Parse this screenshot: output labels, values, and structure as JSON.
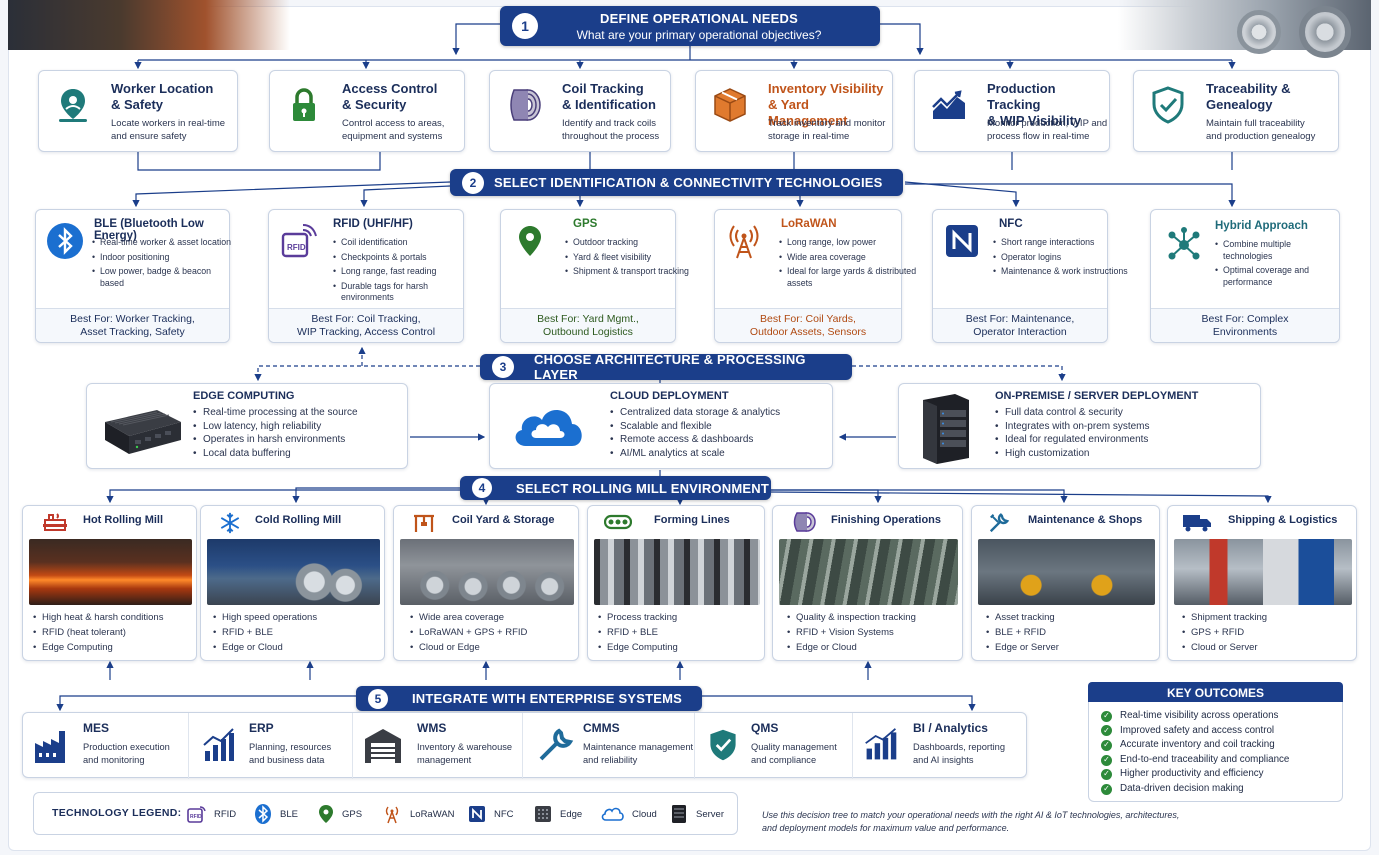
{
  "colors": {
    "navy": "#1b3e8a",
    "orange": "#c0541a",
    "green": "#2d8a3a",
    "teal": "#1f7a7a"
  },
  "steps": {
    "s1": {
      "num": "1",
      "title": "DEFINE OPERATIONAL NEEDS",
      "subtitle": "What are your primary operational objectives?"
    },
    "s2": {
      "num": "2",
      "title": "SELECT IDENTIFICATION & CONNECTIVITY TECHNOLOGIES"
    },
    "s3": {
      "num": "3",
      "title": "CHOOSE ARCHITECTURE & PROCESSING LAYER"
    },
    "s4": {
      "num": "4",
      "title": "SELECT ROLLING MILL ENVIRONMENT"
    },
    "s5": {
      "num": "5",
      "title": "INTEGRATE WITH ENTERPRISE SYSTEMS"
    }
  },
  "needs": [
    {
      "title": "Worker Location\n& Safety",
      "desc": "Locate workers in real-time\nand ensure safety",
      "icon": "location-pin-icon"
    },
    {
      "title": "Access Control\n& Security",
      "desc": "Control access to areas,\nequipment and systems",
      "icon": "lock-icon"
    },
    {
      "title": "Coil Tracking\n& Identification",
      "desc": "Identify and track coils\nthroughout the process",
      "icon": "coil-icon"
    },
    {
      "title": "Inventory Visibility\n& Yard Management",
      "desc": "Track inventory and monitor\nstorage in real-time",
      "icon": "box-icon"
    },
    {
      "title": "Production Tracking\n& WIP Visibility",
      "desc": "Monitor production, WIP and\nprocess flow in real-time",
      "icon": "chart-icon"
    },
    {
      "title": "Traceability &\nGenealogy",
      "desc": "Maintain full traceability\nand production genealogy",
      "icon": "shield-check-icon"
    }
  ],
  "techs": [
    {
      "title": "BLE (Bluetooth Low Energy)",
      "items": [
        "Real-time worker & asset location",
        "Indoor positioning",
        "Low power, badge & beacon based"
      ],
      "best": "Best For: Worker Tracking,\nAsset Tracking, Safety",
      "icon": "bluetooth-icon"
    },
    {
      "title": "RFID (UHF/HF)",
      "items": [
        "Coil identification",
        "Checkpoints & portals",
        "Long range, fast reading",
        "Durable tags for harsh environments"
      ],
      "best": "Best For: Coil Tracking,\nWIP Tracking, Access Control",
      "icon": "rfid-icon"
    },
    {
      "title": "GPS",
      "items": [
        "Outdoor tracking",
        "Yard & fleet visibility",
        "Shipment & transport tracking"
      ],
      "best": "Best For: Yard Mgmt.,\nOutbound Logistics",
      "icon": "gps-icon"
    },
    {
      "title": "LoRaWAN",
      "items": [
        "Long range, low power",
        "Wide area coverage",
        "Ideal for large yards & distributed assets"
      ],
      "best": "Best For: Coil Yards,\nOutdoor Assets, Sensors",
      "icon": "lorawan-icon"
    },
    {
      "title": "NFC",
      "items": [
        "Short range interactions",
        "Operator logins",
        "Maintenance & work instructions"
      ],
      "best": "Best For: Maintenance,\nOperator Interaction",
      "icon": "nfc-icon"
    },
    {
      "title": "Hybrid Approach",
      "items": [
        "Combine multiple technologies",
        "Optimal coverage and performance"
      ],
      "best": "Best For: Complex\nEnvironments",
      "icon": "hybrid-network-icon"
    }
  ],
  "architecture": [
    {
      "title": "EDGE COMPUTING",
      "items": [
        "Real-time processing at the source",
        "Low latency, high reliability",
        "Operates in harsh environments",
        "Local data buffering"
      ],
      "icon": "edge-device-icon"
    },
    {
      "title": "CLOUD DEPLOYMENT",
      "items": [
        "Centralized data storage & analytics",
        "Scalable and flexible",
        "Remote access & dashboards",
        "AI/ML analytics at scale"
      ],
      "icon": "cloud-icon"
    },
    {
      "title": "ON-PREMISE / SERVER DEPLOYMENT",
      "items": [
        "Full data control & security",
        "Integrates with on-prem systems",
        "Ideal for regulated environments",
        "High customization"
      ],
      "icon": "server-rack-icon"
    }
  ],
  "environments": [
    {
      "title": "Hot Rolling Mill",
      "items": [
        "High heat & harsh conditions",
        "RFID (heat tolerant)",
        "Edge Computing"
      ],
      "icon": "hot-mill-icon"
    },
    {
      "title": "Cold Rolling Mill",
      "items": [
        "High speed operations",
        "RFID + BLE",
        "Edge or Cloud"
      ],
      "icon": "snowflake-icon"
    },
    {
      "title": "Coil Yard & Storage",
      "items": [
        "Wide area coverage",
        "LoRaWAN + GPS + RFID",
        "Cloud or Edge"
      ],
      "icon": "crane-icon"
    },
    {
      "title": "Forming Lines",
      "items": [
        "Process tracking",
        "RFID + BLE",
        "Edge Computing"
      ],
      "icon": "conveyor-icon"
    },
    {
      "title": "Finishing Operations",
      "items": [
        "Quality & inspection tracking",
        "RFID + Vision Systems",
        "Edge or Cloud"
      ],
      "icon": "coil-icon"
    },
    {
      "title": "Maintenance & Shops",
      "items": [
        "Asset tracking",
        "BLE + RFID",
        "Edge or Server"
      ],
      "icon": "wrench-icon"
    },
    {
      "title": "Shipping & Logistics",
      "items": [
        "Shipment tracking",
        "GPS + RFID",
        "Cloud or Server"
      ],
      "icon": "truck-icon"
    }
  ],
  "systems": [
    {
      "title": "MES",
      "desc": "Production execution\nand monitoring",
      "icon": "factory-icon"
    },
    {
      "title": "ERP",
      "desc": "Planning, resources\nand business data",
      "icon": "bar-chart-icon"
    },
    {
      "title": "WMS",
      "desc": "Inventory & warehouse\nmanagement",
      "icon": "warehouse-icon"
    },
    {
      "title": "CMMS",
      "desc": "Maintenance management\nand reliability",
      "icon": "wrench-icon"
    },
    {
      "title": "QMS",
      "desc": "Quality management\nand compliance",
      "icon": "shield-check-icon"
    },
    {
      "title": "BI / Analytics",
      "desc": "Dashboards, reporting\nand AI insights",
      "icon": "analytics-icon"
    }
  ],
  "outcomes": {
    "title": "KEY OUTCOMES",
    "items": [
      "Real-time visibility across operations",
      "Improved safety and access control",
      "Accurate inventory and coil tracking",
      "End-to-end traceability and compliance",
      "Higher productivity and efficiency",
      "Data-driven decision making"
    ]
  },
  "legend": {
    "label": "TECHNOLOGY LEGEND:",
    "items": [
      "RFID",
      "BLE",
      "GPS",
      "LoRaWAN",
      "NFC",
      "Edge",
      "Cloud",
      "Server"
    ]
  },
  "footnote": "Use this decision tree to match your operational needs with the right AI & IoT technologies, architectures, and deployment models for maximum value and performance."
}
